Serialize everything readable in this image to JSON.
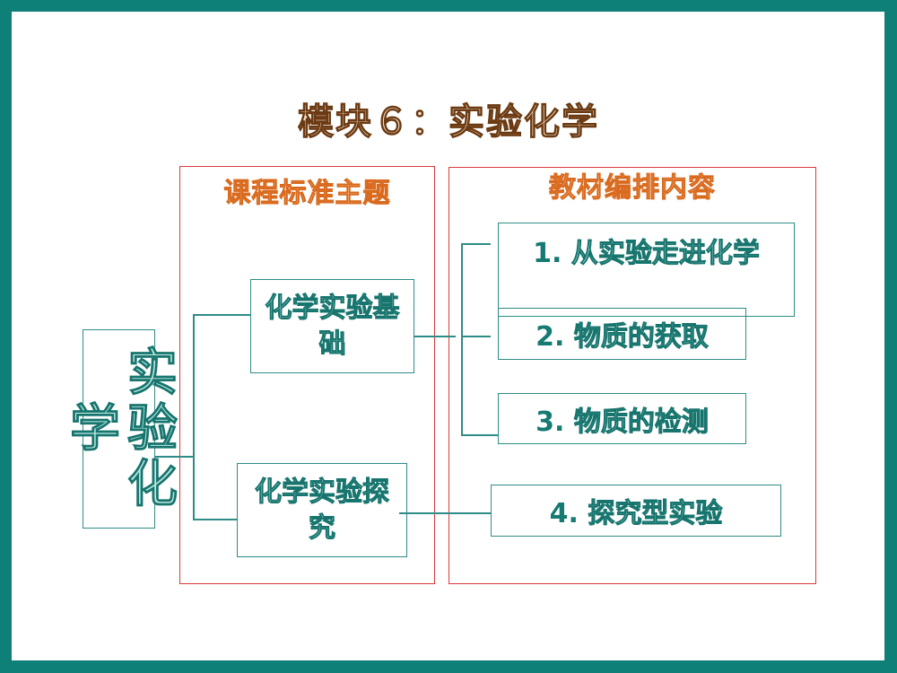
{
  "slide": {
    "title": "模块６：实验化学",
    "root_node": "实验化学",
    "left_panel": {
      "header": "课程标准主题",
      "topics": [
        {
          "label": "化学实验基础"
        },
        {
          "label": "化学实验探究"
        }
      ]
    },
    "right_panel": {
      "header": "教材编排内容",
      "chapters": [
        {
          "number": "1.",
          "label": "从实验走进化学"
        },
        {
          "number": "2.",
          "label": "物质的获取"
        },
        {
          "number": "3.",
          "label": "物质的检测"
        },
        {
          "number": "4.",
          "label": "探究型实验"
        }
      ]
    },
    "colors": {
      "frame": "#0f8077",
      "panel_border": "#d83a3a",
      "node_border": "#2e8c86",
      "node_text": "#1f8078",
      "title_outline": "#6b3a12",
      "header_outline": "#d96a1e"
    }
  }
}
